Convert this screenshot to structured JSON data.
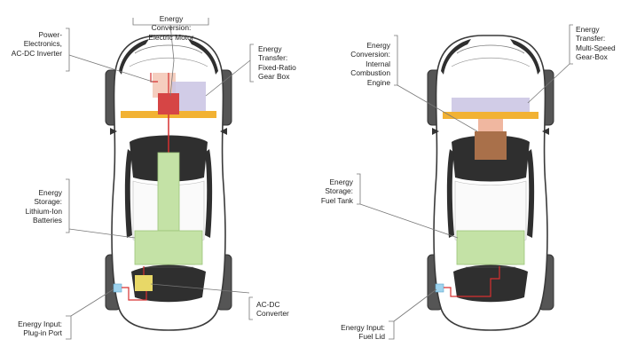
{
  "left_diagram": {
    "labels": {
      "motor": [
        "Energy",
        "Conversion:",
        "Electric Motor"
      ],
      "power_electronics": [
        "Power-",
        "Electronics,",
        "AC-DC Inverter"
      ],
      "gearbox": [
        "Energy",
        "Transfer:",
        "Fixed-Ratio",
        "Gear Box"
      ],
      "storage": [
        "Energy",
        "Storage:",
        "Lithium-Ion",
        "Batteries"
      ],
      "converter": [
        "AC-DC",
        "Converter"
      ],
      "input": [
        "Energy Input:",
        "Plug-in Port"
      ]
    }
  },
  "right_diagram": {
    "labels": {
      "engine": [
        "Energy",
        "Conversion:",
        "Internal",
        "Combustion",
        "Engine"
      ],
      "gearbox": [
        "Energy",
        "Transfer:",
        "Multi-Speed",
        "Gear-Box"
      ],
      "storage": [
        "Energy",
        "Storage:",
        "Fuel Tank"
      ],
      "input": [
        "Energy Input:",
        "Fuel Lid"
      ]
    }
  },
  "colors": {
    "body_outline": "#3a3a3a",
    "glass": "#2f2f2f",
    "tire": "#555555",
    "axle": "#f2b233",
    "motor": "#d64545",
    "inverter_box": "#f4c9b8",
    "gearbox_box": "#c9c3e3",
    "battery": "#c4e2a6",
    "battery_stroke": "#9cc57a",
    "engine": "#a9704a",
    "engine_top": "#f0b7a0",
    "wire": "#d63030",
    "port": "#9fd3ee",
    "converter": "#f2e16a",
    "leader": "#777777"
  }
}
